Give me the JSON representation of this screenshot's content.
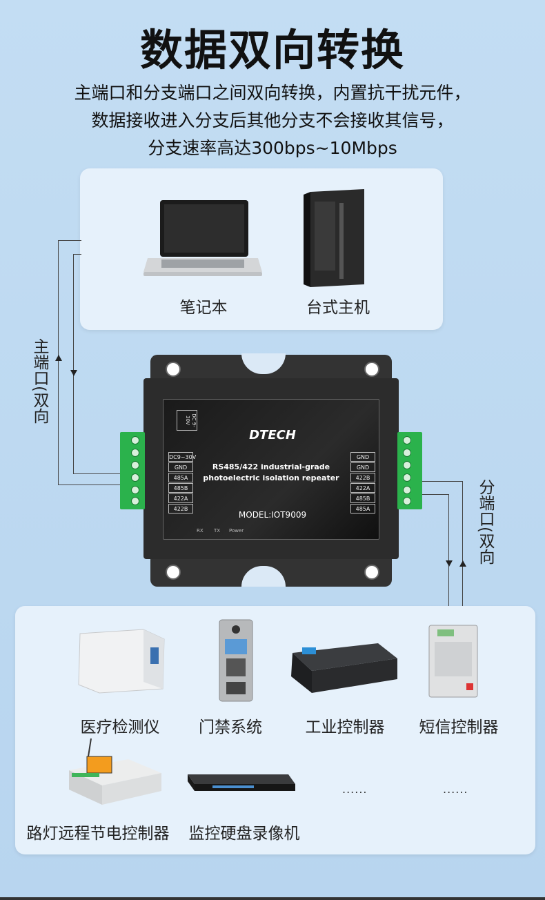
{
  "title": "数据双向转换",
  "subtitle": {
    "line1": "主端口和分支端口之间双向转换，内置抗干扰元件，",
    "line2": "数据接收进入分支后其他分支不会接收其信号，",
    "line3": "分支速率高达300bps~10Mbps"
  },
  "hosts": {
    "laptop_label": "笔记本",
    "desktop_label": "台式主机"
  },
  "main_port_label": "主端口(双向",
  "branch_port_label": "分端口(双向",
  "device": {
    "brand": "DTECH",
    "power_label": "DC 9-30V",
    "product_line1": "RS485/422 industrial-grade",
    "product_line2": "photoelectric isolation repeater",
    "model": "MODEL:IOT9009",
    "leds": [
      "RX",
      "TX",
      "Power"
    ],
    "left_pins": [
      "DC9~30V",
      "GND",
      "485A",
      "485B",
      "422A",
      "422B"
    ],
    "right_pins": [
      "GND",
      "GND",
      "422B",
      "422A",
      "485B",
      "485A"
    ]
  },
  "clients": {
    "row1": [
      "医疗检测仪",
      "门禁系统",
      "工业控制器",
      "短信控制器"
    ],
    "row2": [
      "路灯远程节电控制器",
      "监控硬盘录像机"
    ],
    "more1": "......",
    "more2": "......"
  }
}
